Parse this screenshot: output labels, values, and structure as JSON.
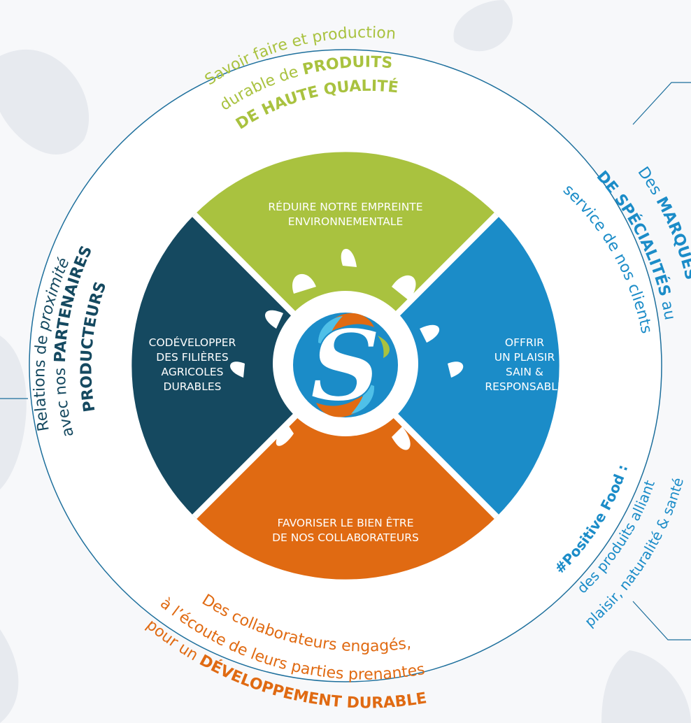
{
  "colors": {
    "background": "#f7f8fa",
    "ring_fill": "#ffffff",
    "ring_stroke": "#1d6f9c",
    "green": "#a9c23f",
    "blue": "#1b8cc8",
    "orange": "#e06a12",
    "navy": "#154960",
    "logo_blue": "#1b8cc8",
    "logo_light": "#4fc0e8",
    "logo_orange": "#e06a12"
  },
  "quadrants": {
    "top": {
      "lines": [
        "RÉDUIRE NOTRE EMPREINTE",
        "ENVIRONNEMENTALE"
      ]
    },
    "right": {
      "lines": [
        "OFFRIR",
        "UN PLAISIR",
        "SAIN &",
        "RESPONSABLE"
      ]
    },
    "bottom": {
      "lines": [
        "FAVORISER LE BIEN ÊTRE",
        "DE NOS COLLABORATEURS"
      ]
    },
    "left": {
      "lines": [
        "CODÉVELOPPER",
        "DES FILIÈRES",
        "AGRICOLES",
        "DURABLES"
      ]
    }
  },
  "ring": {
    "top": {
      "l1": "Savoir faire et production",
      "l2_a": "durable de ",
      "l2_b": "PRODUITS",
      "l3": "DE HAUTE QUALITÉ"
    },
    "left": {
      "l1_a": "Relations de ",
      "l1_b": "proximité",
      "l2_a": "avec nos ",
      "l2_b": "PARTENAIRES",
      "l3": "PRODUCTEURS"
    },
    "right": {
      "l1_a": "Des ",
      "l1_b": "MARQUES",
      "l2_a": "DE SPÉCIALITÉS",
      "l2_b": " au",
      "l3": "service de nos clients"
    },
    "bottom_right": {
      "l1": "#Positive Food :",
      "l2": "des produits alliant",
      "l3": "plaisir, naturalité & santé"
    },
    "bottom": {
      "l1": "Des collaborateurs engagés,",
      "l2": "à l’écoute de leurs parties prenantes",
      "l3_a": "pour un ",
      "l3_b": "DÉVELOPPEMENT DURABLE"
    }
  },
  "logo": {
    "letter": "S"
  }
}
